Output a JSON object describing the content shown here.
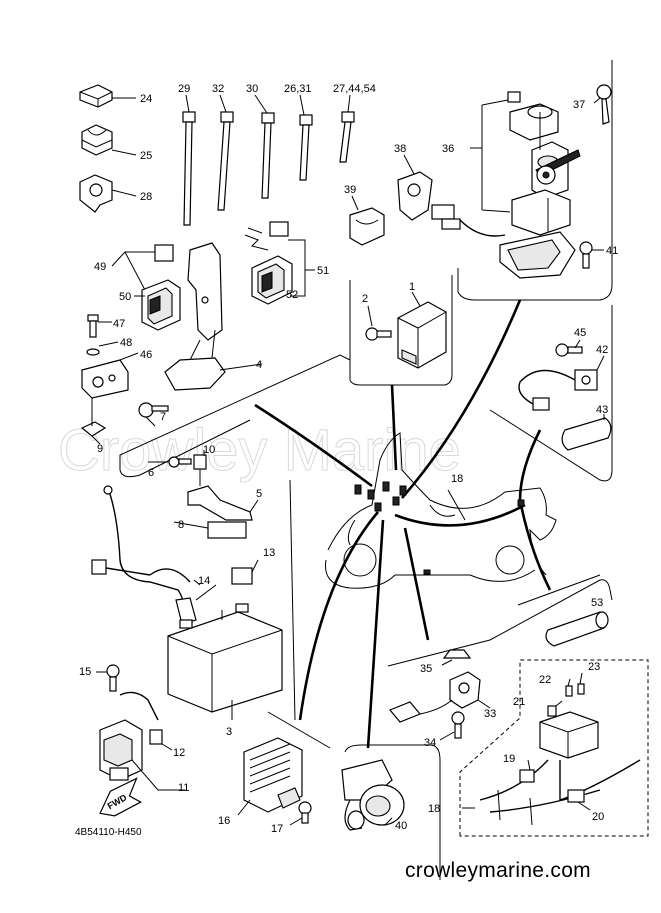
{
  "diagram": {
    "watermark": "Crowley Marine",
    "code": "4B54110-H450",
    "website": "crowleymarine.com",
    "fwd_label": "FWD",
    "callouts": [
      {
        "id": "c1",
        "text": "1"
      },
      {
        "id": "c2",
        "text": "2"
      },
      {
        "id": "c3",
        "text": "3"
      },
      {
        "id": "c4",
        "text": "4"
      },
      {
        "id": "c5",
        "text": "5"
      },
      {
        "id": "c6",
        "text": "6"
      },
      {
        "id": "c7",
        "text": "7"
      },
      {
        "id": "c8",
        "text": "8"
      },
      {
        "id": "c9",
        "text": "9"
      },
      {
        "id": "c10",
        "text": "10"
      },
      {
        "id": "c11",
        "text": "11"
      },
      {
        "id": "c12",
        "text": "12"
      },
      {
        "id": "c13",
        "text": "13"
      },
      {
        "id": "c14",
        "text": "14"
      },
      {
        "id": "c15",
        "text": "15"
      },
      {
        "id": "c16",
        "text": "16"
      },
      {
        "id": "c17",
        "text": "17"
      },
      {
        "id": "c18a",
        "text": "18"
      },
      {
        "id": "c18b",
        "text": "18"
      },
      {
        "id": "c19",
        "text": "19"
      },
      {
        "id": "c20",
        "text": "20"
      },
      {
        "id": "c21",
        "text": "21"
      },
      {
        "id": "c22",
        "text": "22"
      },
      {
        "id": "c23",
        "text": "23"
      },
      {
        "id": "c24",
        "text": "24"
      },
      {
        "id": "c25",
        "text": "25"
      },
      {
        "id": "c26",
        "text": "26,31"
      },
      {
        "id": "c27",
        "text": "27,44,54"
      },
      {
        "id": "c28",
        "text": "28"
      },
      {
        "id": "c29",
        "text": "29"
      },
      {
        "id": "c30",
        "text": "30"
      },
      {
        "id": "c32",
        "text": "32"
      },
      {
        "id": "c33",
        "text": "33"
      },
      {
        "id": "c34",
        "text": "34"
      },
      {
        "id": "c35",
        "text": "35"
      },
      {
        "id": "c36",
        "text": "36"
      },
      {
        "id": "c37",
        "text": "37"
      },
      {
        "id": "c38",
        "text": "38"
      },
      {
        "id": "c39",
        "text": "39"
      },
      {
        "id": "c40",
        "text": "40"
      },
      {
        "id": "c41",
        "text": "41"
      },
      {
        "id": "c42",
        "text": "42"
      },
      {
        "id": "c43",
        "text": "43"
      },
      {
        "id": "c45",
        "text": "45"
      },
      {
        "id": "c46",
        "text": "46"
      },
      {
        "id": "c47",
        "text": "47"
      },
      {
        "id": "c48",
        "text": "48"
      },
      {
        "id": "c49",
        "text": "49"
      },
      {
        "id": "c50",
        "text": "50"
      },
      {
        "id": "c51",
        "text": "51"
      },
      {
        "id": "c52",
        "text": "52"
      },
      {
        "id": "c53",
        "text": "53"
      }
    ]
  }
}
